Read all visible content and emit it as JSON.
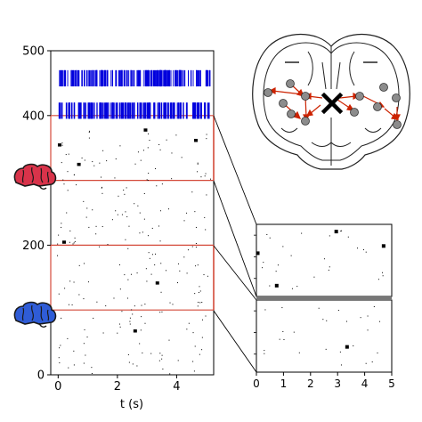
{
  "chart_data": [
    {
      "type": "scatter",
      "subtype": "raster",
      "xlabel": "t (s)",
      "ylabel": "",
      "xlim": [
        -0.25,
        5.25
      ],
      "ylim": [
        0,
        500
      ],
      "x_ticks": [
        0,
        2,
        4
      ],
      "x_tick_labels": [
        "0",
        "2",
        "4"
      ],
      "y_ticks": [
        0,
        200,
        400,
        500
      ],
      "y_tick_labels": [
        "0",
        "200",
        "400",
        "500"
      ],
      "highlight_bands": [
        [
          100,
          200
        ],
        [
          300,
          400
        ]
      ],
      "band_boundaries": [
        100,
        200,
        300,
        400
      ],
      "blue_bands": [
        [
          445,
          470
        ],
        [
          395,
          420
        ]
      ],
      "marker_color": "#000000",
      "band_color": "#d44a3a",
      "spike_color": "#0000dd",
      "notable_spikes": [
        {
          "x": 0.05,
          "y": 355
        },
        {
          "x": 0.7,
          "y": 325
        },
        {
          "x": 2.95,
          "y": 378
        },
        {
          "x": 4.65,
          "y": 362
        },
        {
          "x": 0.2,
          "y": 205
        },
        {
          "x": 3.35,
          "y": 142
        },
        {
          "x": 2.6,
          "y": 68
        }
      ]
    },
    {
      "type": "scatter",
      "subtype": "raster-zoom",
      "xlabel": "",
      "ylabel": "",
      "xlim": [
        0,
        5
      ],
      "x_ticks": [
        0,
        1,
        2,
        3,
        4,
        5
      ],
      "x_tick_labels": [
        "0",
        "1",
        "2",
        "3",
        "4",
        "5"
      ],
      "panels": 2,
      "notable_spikes": [
        {
          "panel": 0,
          "x": 0.05,
          "y": 0.6
        },
        {
          "panel": 0,
          "x": 0.75,
          "y": 0.15
        },
        {
          "panel": 0,
          "x": 2.95,
          "y": 0.9
        },
        {
          "panel": 0,
          "x": 4.7,
          "y": 0.7
        },
        {
          "panel": 1,
          "x": 3.35,
          "y": 0.35
        }
      ]
    }
  ],
  "legend_icons": {
    "upper": "red-brain-icon",
    "lower": "blue-brain-icon",
    "upper_color": "#d8334a",
    "lower_color": "#2f5cd6"
  },
  "brain_diagram": {
    "icon": "coronal-brain-section-icon",
    "region_fill": "#8c8c8c",
    "arrow_color": "#cc2200",
    "lesion_mark": "x-mark-icon"
  }
}
